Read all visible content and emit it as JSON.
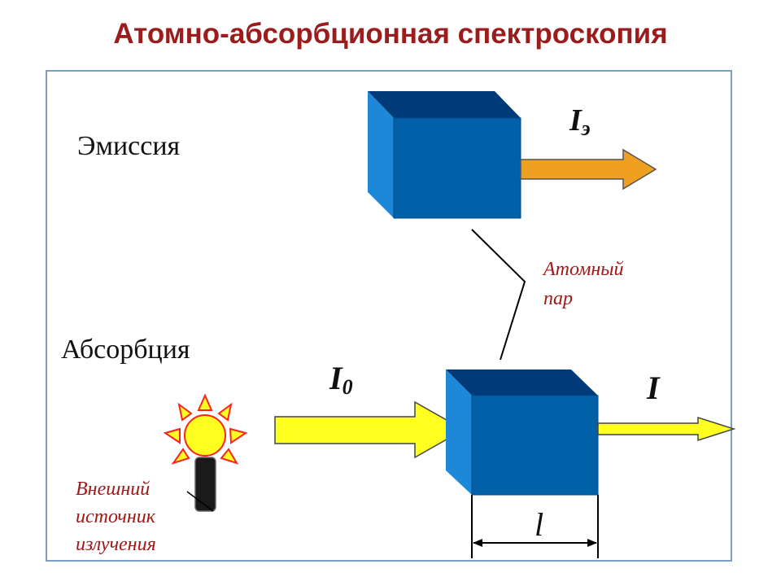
{
  "title": "Атомно-абсорбционная спектроскопия",
  "emission": {
    "label": "Эмиссия",
    "intensity_label": "I",
    "intensity_subscript": "э"
  },
  "vapor": {
    "line1": "Атомный",
    "line2": "пар"
  },
  "absorption": {
    "label": "Абсорбция",
    "incident_label": "I",
    "incident_subscript": "0",
    "transmitted_label": "I",
    "path_length_label": "l"
  },
  "source": {
    "line1": "Внешний",
    "line2": "источник",
    "line3": "излучения"
  },
  "colors": {
    "title": "#9b1c1c",
    "cube_front": "#0060a8",
    "cube_top": "#003a78",
    "cube_side": "#1e88d8",
    "emission_arrow": "#f0a020",
    "light_arrow": "#ffff20",
    "sun": "#ffff20",
    "sun_rays": "#ff2020",
    "caption_red": "#a01818"
  }
}
